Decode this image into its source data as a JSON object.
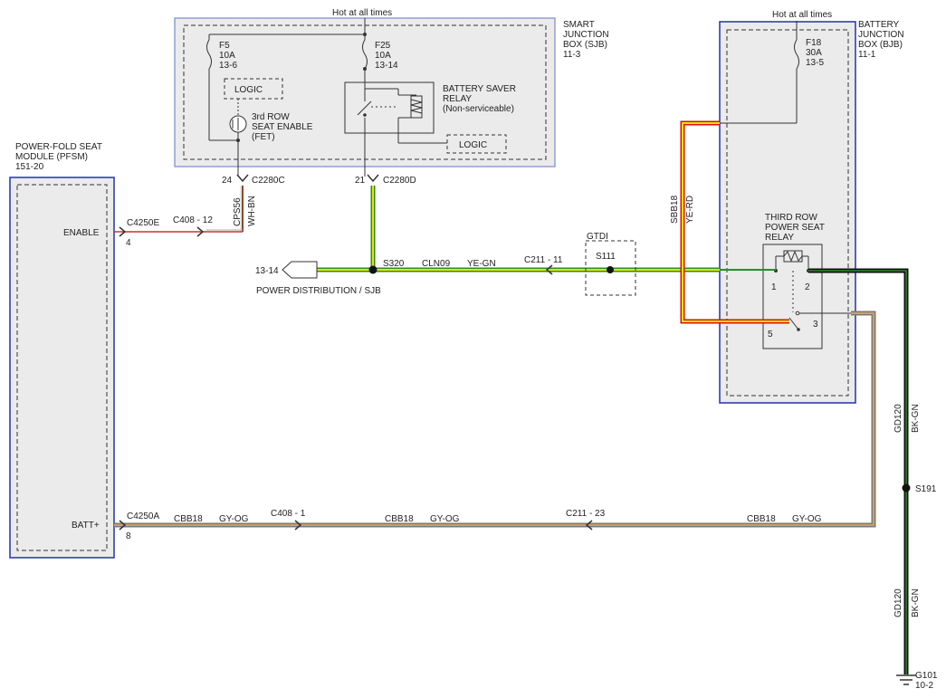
{
  "sjb": {
    "title_lines": [
      "SMART",
      "JUNCTION",
      "BOX (SJB)",
      "11-3"
    ],
    "hot": "Hot at all times"
  },
  "f5": {
    "lines": [
      "F5",
      "10A",
      "13-6"
    ]
  },
  "f25": {
    "lines": [
      "F25",
      "10A",
      "13-14"
    ]
  },
  "logic1": "LOGIC",
  "logic2": "LOGIC",
  "fet": {
    "lines": [
      "3rd ROW",
      "SEAT ENABLE",
      "(FET)"
    ]
  },
  "bsr": {
    "lines": [
      "BATTERY SAVER",
      "RELAY",
      "(Non-serviceable)"
    ]
  },
  "bjb": {
    "title_lines": [
      "BATTERY",
      "JUNCTION",
      "BOX (BJB)",
      "11-1"
    ],
    "hot": "Hot at all times"
  },
  "f18": {
    "lines": [
      "F18",
      "30A",
      "13-5"
    ]
  },
  "relay": {
    "title_lines": [
      "THIRD ROW",
      "POWER SEAT",
      "RELAY"
    ],
    "pins": [
      "1",
      "2",
      "3",
      "5"
    ]
  },
  "pfsm": {
    "title_lines": [
      "POWER-FOLD SEAT",
      "MODULE (PFSM)",
      "151-20"
    ],
    "enable": "ENABLE",
    "batt": "BATT+"
  },
  "conn": {
    "c2280c_pin": "24",
    "c2280c": "C2280C",
    "c2280d_pin": "21",
    "c2280d": "C2280D",
    "c4250e": "C4250E",
    "c4250e_pin": "4",
    "c408_12": "C408 -  12",
    "c4250a": "C4250A",
    "c4250a_pin": "8",
    "c408_1": "C408 -  1",
    "c211_11": "C211 -  11",
    "c211_23": "C211 -  23"
  },
  "wires": {
    "cps56": "CPS56",
    "wh_bn": "WH-BN",
    "cln09": "CLN09",
    "ye_gn": "YE-GN",
    "sbb18": "SBB18",
    "ye_rd": "YE-RD",
    "cbb18": "CBB18",
    "gy_og": "GY-OG",
    "gd120": "GD120",
    "bk_gn": "BK-GN"
  },
  "splices": {
    "s320": "S320",
    "s111": "S111",
    "s191": "S191",
    "gtdi": "GTDI"
  },
  "power_dist": {
    "ref": "13-14",
    "label": "POWER DISTRIBUTION / SJB"
  },
  "ground": {
    "name": "G101",
    "ref": "10-2"
  },
  "colors": {
    "box_blue": "#2233aa",
    "yellow": "#e6e600",
    "green": "#2e8b2e",
    "red": "#dd1111",
    "tan": "#c8a064",
    "gray": "#7a7a7a",
    "black": "#111111"
  }
}
